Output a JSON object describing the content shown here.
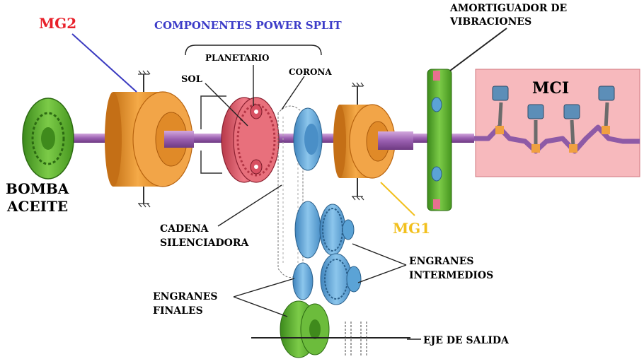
{
  "labels": {
    "mg2": "MG2",
    "power_split": "COMPONENTES POWER SPLIT",
    "planetario": "PLANETARIO",
    "sol": "SOL",
    "corona": "CORONA",
    "amortiguador_1": "AMORTIGUADOR DE",
    "amortiguador_2": "VIBRACIONES",
    "mci": "MCI",
    "bomba_1": "BOMBA",
    "bomba_2": "ACEITE",
    "cadena_1": "CADENA",
    "cadena_2": "SILENCIADORA",
    "mg1": "MG1",
    "engranes_int_1": "ENGRANES",
    "engranes_int_2": "INTERMEDIOS",
    "engranes_fin_1": "ENGRANES",
    "engranes_fin_2": "FINALES",
    "eje_salida": "EJE DE SALIDA"
  },
  "colors": {
    "mg2_label": "#e8202a",
    "power_split_label": "#3c3cc8",
    "mg1_label": "#f2c01e",
    "motor_gen": "#f0a040",
    "planetary": "#e06070",
    "gear_blue": "#6cb0dc",
    "gear_green": "#5cb030",
    "shaft": "#b07ac0",
    "engine_block": "#f7b9bd",
    "piston": "#f0a040"
  }
}
